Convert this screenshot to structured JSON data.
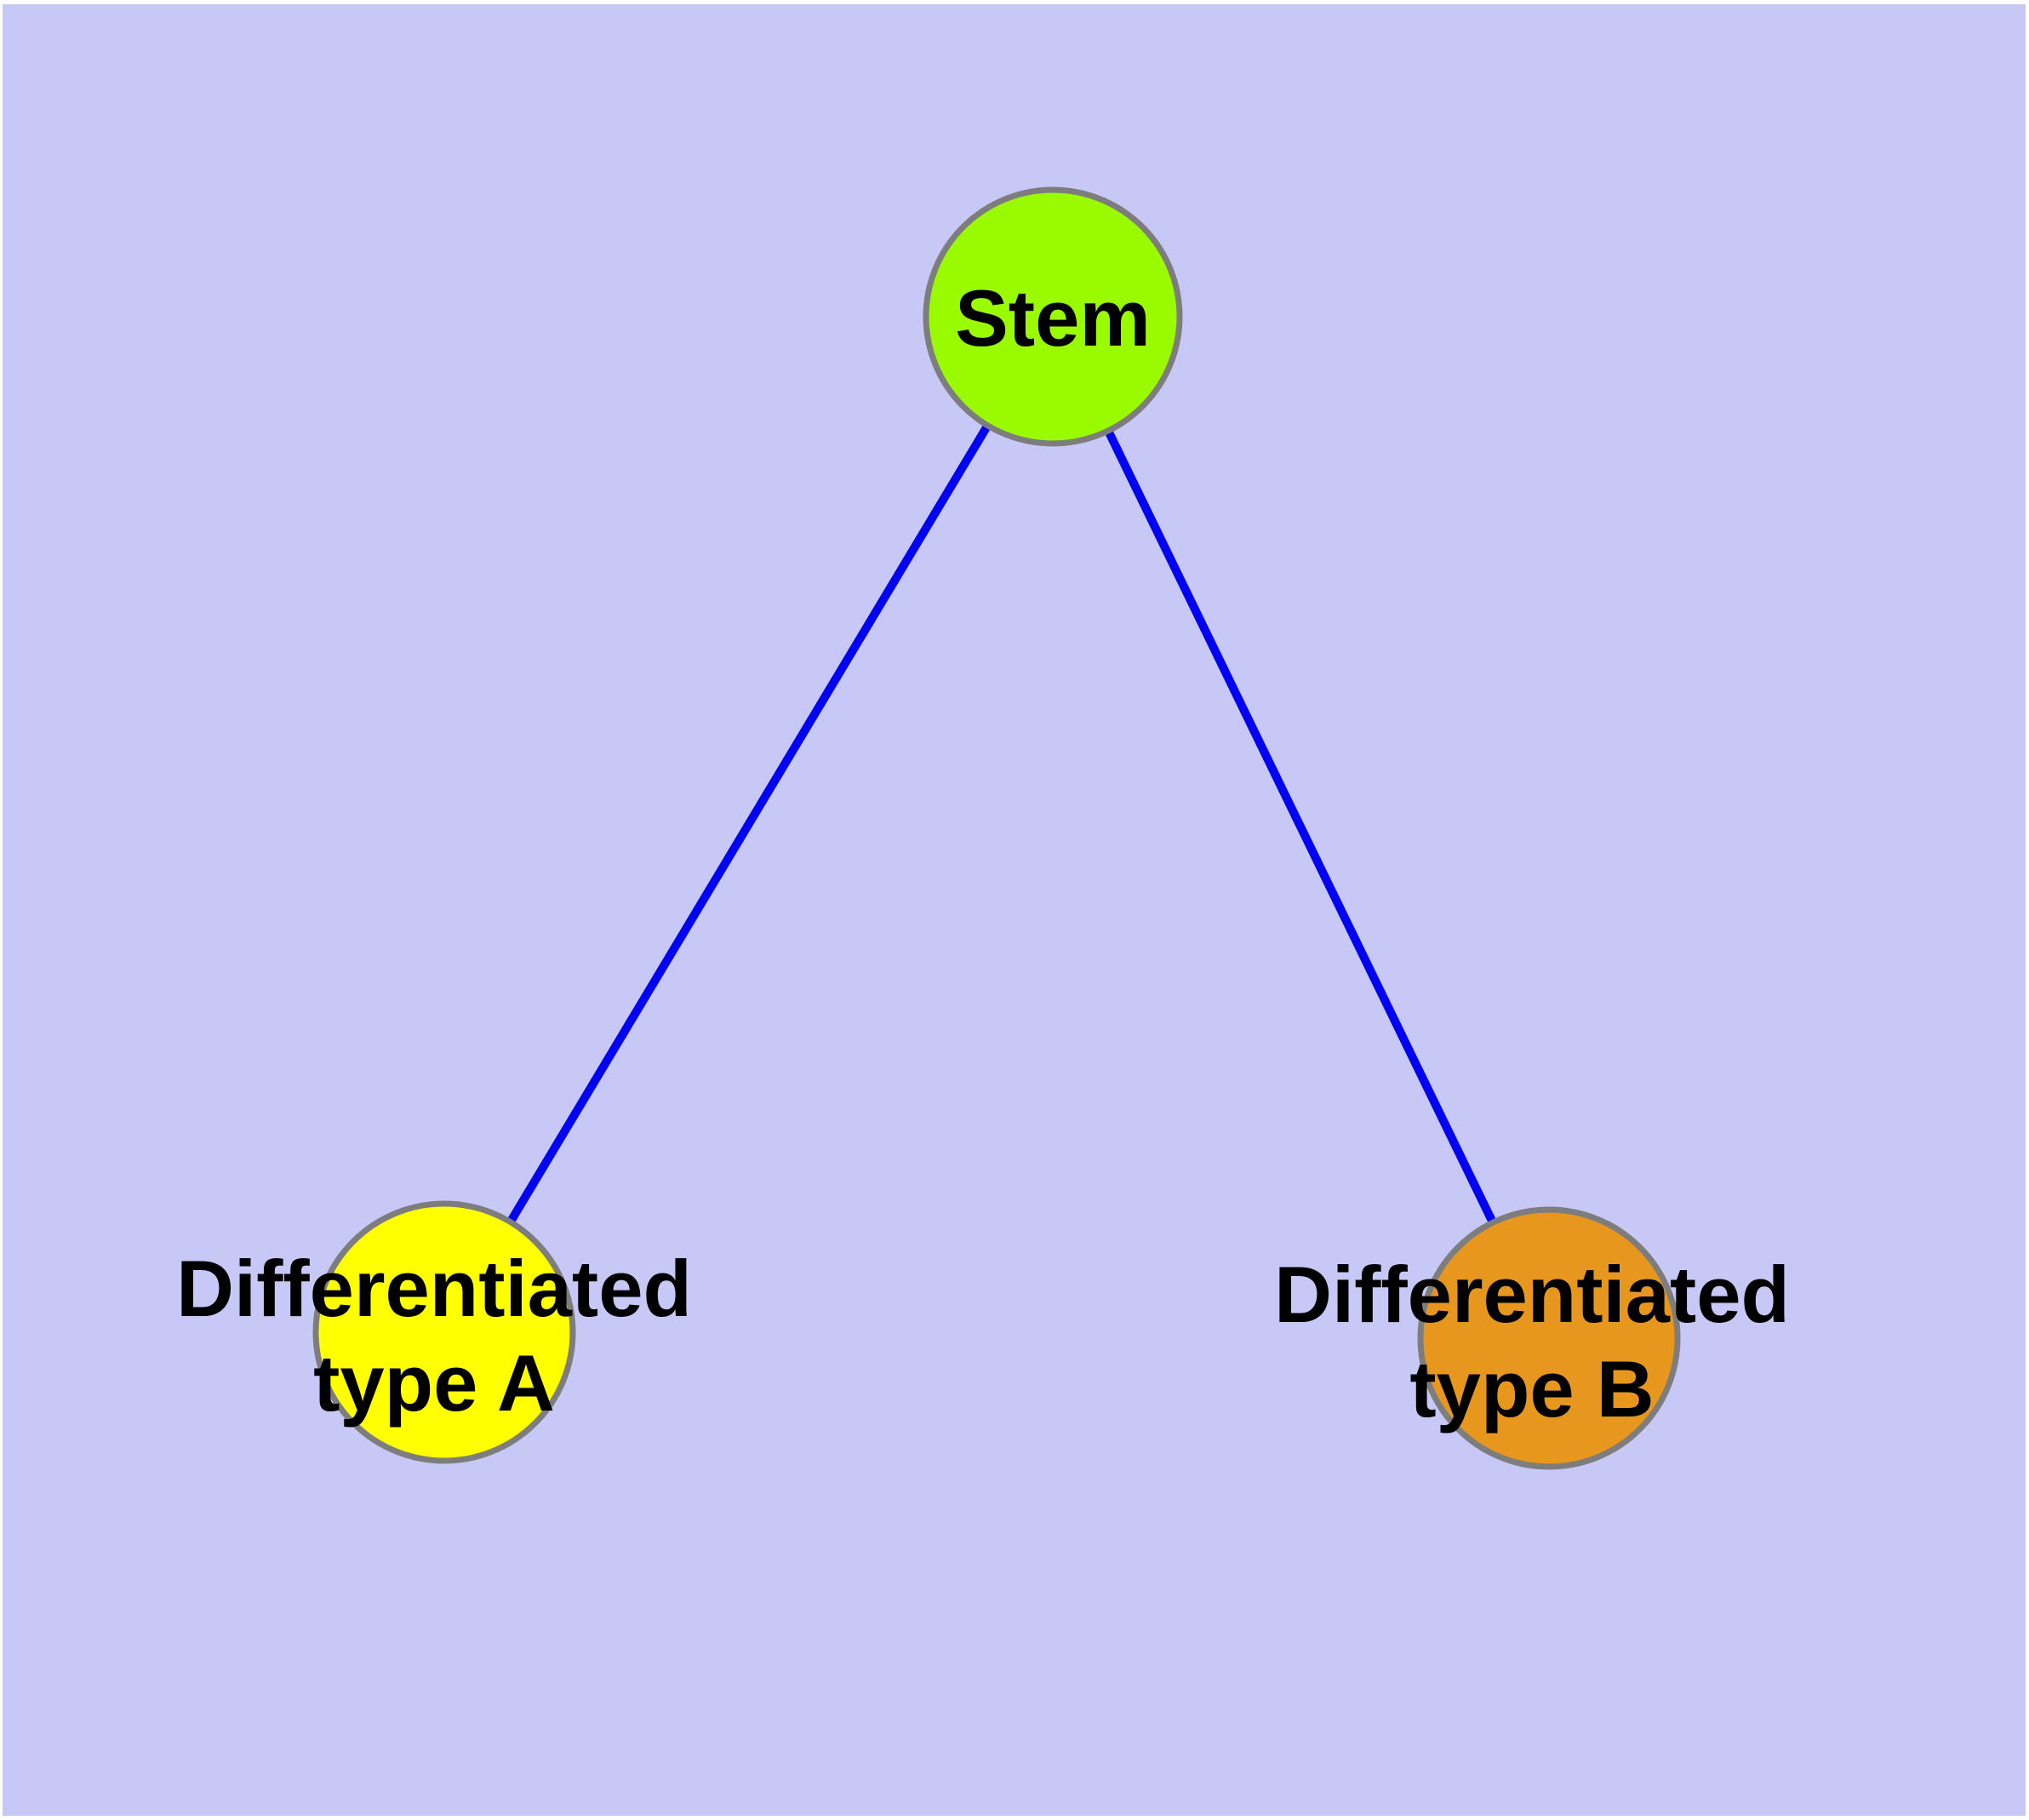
{
  "canvas": {
    "background_color": "#c8c8f7",
    "page_margin_color": "#ffffff"
  },
  "text_color": "#000000",
  "node_border_color": "#7d7d7d",
  "edge_color": "#0202f2",
  "nodes": [
    {
      "label": "Stem",
      "label_lines": [
        "Stem"
      ],
      "fill_color": "#9afa00",
      "border_color": "#7d7d7d"
    },
    {
      "label": "Differentiated type A",
      "label_lines": [
        "Differentiated",
        "type A"
      ],
      "fill_color": "#ffff00",
      "border_color": "#7d7d7d"
    },
    {
      "label": "Differentiated type B",
      "label_lines": [
        "Differentiated",
        "type B"
      ],
      "fill_color": "#e8971e",
      "border_color": "#7d7d7d"
    }
  ],
  "edges": [
    {
      "from": "Stem",
      "to": "Differentiated type A",
      "color": "#0202f2"
    },
    {
      "from": "Stem",
      "to": "Differentiated type B",
      "color": "#0202f2"
    }
  ]
}
